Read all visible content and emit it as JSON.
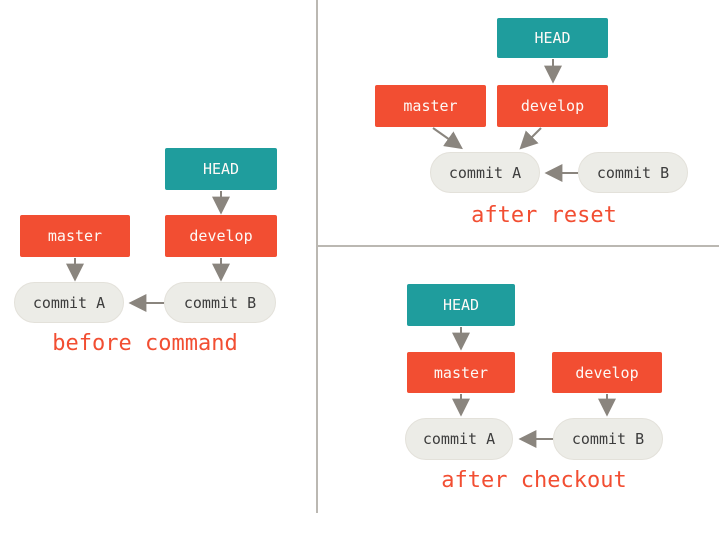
{
  "colors": {
    "head_fill": "#1F9D9D",
    "branch_fill": "#F24E32",
    "commit_fill": "#ECECE7",
    "commit_text": "#3D3D3D",
    "box_text": "#FDF9F6",
    "arrow": "#8A857E",
    "divider": "#BBB8B2",
    "caption": "#F24E32"
  },
  "panels": {
    "before_command": {
      "caption": "before command",
      "nodes": {
        "head": "HEAD",
        "master": "master",
        "develop": "develop",
        "commit_a": "commit A",
        "commit_b": "commit B"
      },
      "edges": [
        "HEAD → develop",
        "master → commit A",
        "develop → commit B",
        "commit B → commit A"
      ]
    },
    "after_reset": {
      "caption": "after reset",
      "nodes": {
        "head": "HEAD",
        "master": "master",
        "develop": "develop",
        "commit_a": "commit A",
        "commit_b": "commit B"
      },
      "edges": [
        "HEAD → develop",
        "master → commit A",
        "develop → commit A",
        "commit B → commit A"
      ]
    },
    "after_checkout": {
      "caption": "after checkout",
      "nodes": {
        "head": "HEAD",
        "master": "master",
        "develop": "develop",
        "commit_a": "commit A",
        "commit_b": "commit B"
      },
      "edges": [
        "HEAD → master",
        "master → commit A",
        "develop → commit B",
        "commit B → commit A"
      ]
    }
  }
}
